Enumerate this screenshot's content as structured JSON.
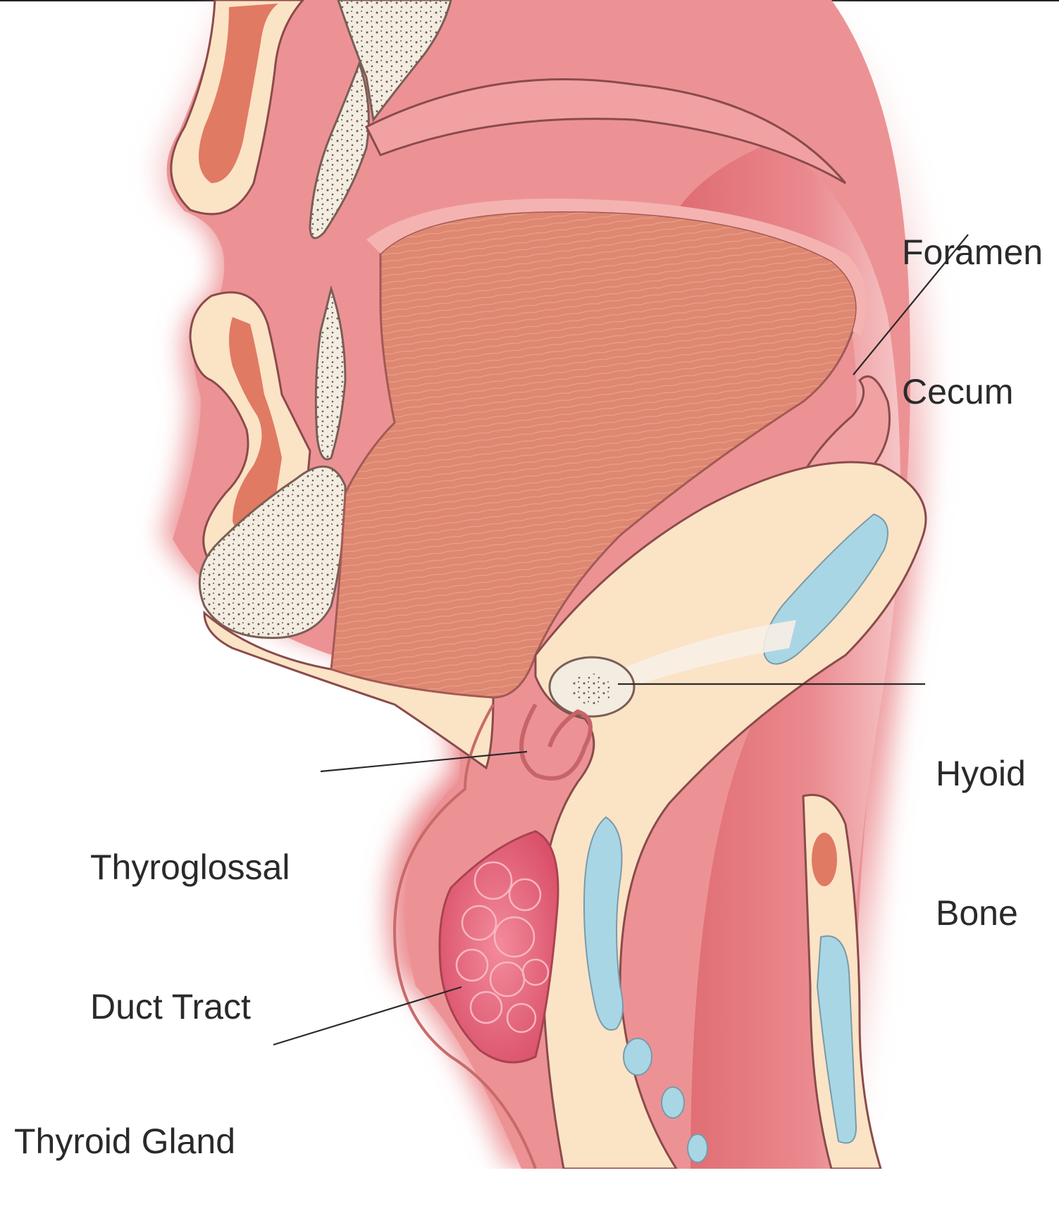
{
  "figure": {
    "labels": {
      "foramen_cecum_line1": "Foramen",
      "foramen_cecum_line2": "Cecum",
      "hyoid_bone_line1": "Hyoid",
      "hyoid_bone_line2": "Bone",
      "thyroglossal_line1": "Thyroglossal",
      "thyroglossal_line2": "Duct Tract",
      "thyroid_gland": "Thyroid Gland"
    },
    "colors": {
      "soft_tissue": "#e98a8d",
      "soft_tissue_light": "#f5c2c0",
      "skin": "#f9dbd6",
      "fat": "#fbe7c2",
      "muscle": "#df8670",
      "bone": "#f3ece1",
      "cartilage": "#a9d6e5",
      "thyroid": "#ee6f82"
    }
  }
}
